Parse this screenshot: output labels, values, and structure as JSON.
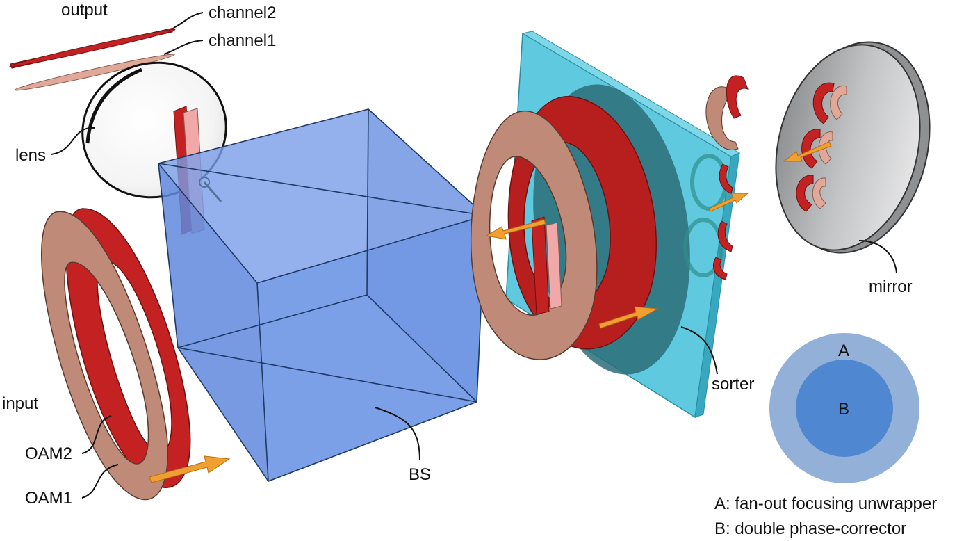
{
  "labels": {
    "output": "output",
    "channel2": "channel2",
    "channel1": "channel1",
    "lens": "lens",
    "input": "input",
    "oam2": "OAM2",
    "oam1": "OAM1",
    "bs": "BS",
    "sorter": "sorter",
    "mirror": "mirror"
  },
  "legend": {
    "region_a_letter": "A",
    "region_b_letter": "B",
    "line_a": "A: fan-out focusing unwrapper",
    "line_b": "B: double phase-corrector"
  },
  "colors": {
    "cube_fill": "#6e96e6",
    "cube_edge": "#1f3a66",
    "ring_dark_red": "#c42222",
    "ring_pink": "#c08a78",
    "arrow_orange": "#f0a030",
    "sorter_plate": "#4cc3dc",
    "mirror_gray": "#a9abad",
    "legend_outer": "#93b0d8",
    "legend_inner": "#4f88d1"
  }
}
